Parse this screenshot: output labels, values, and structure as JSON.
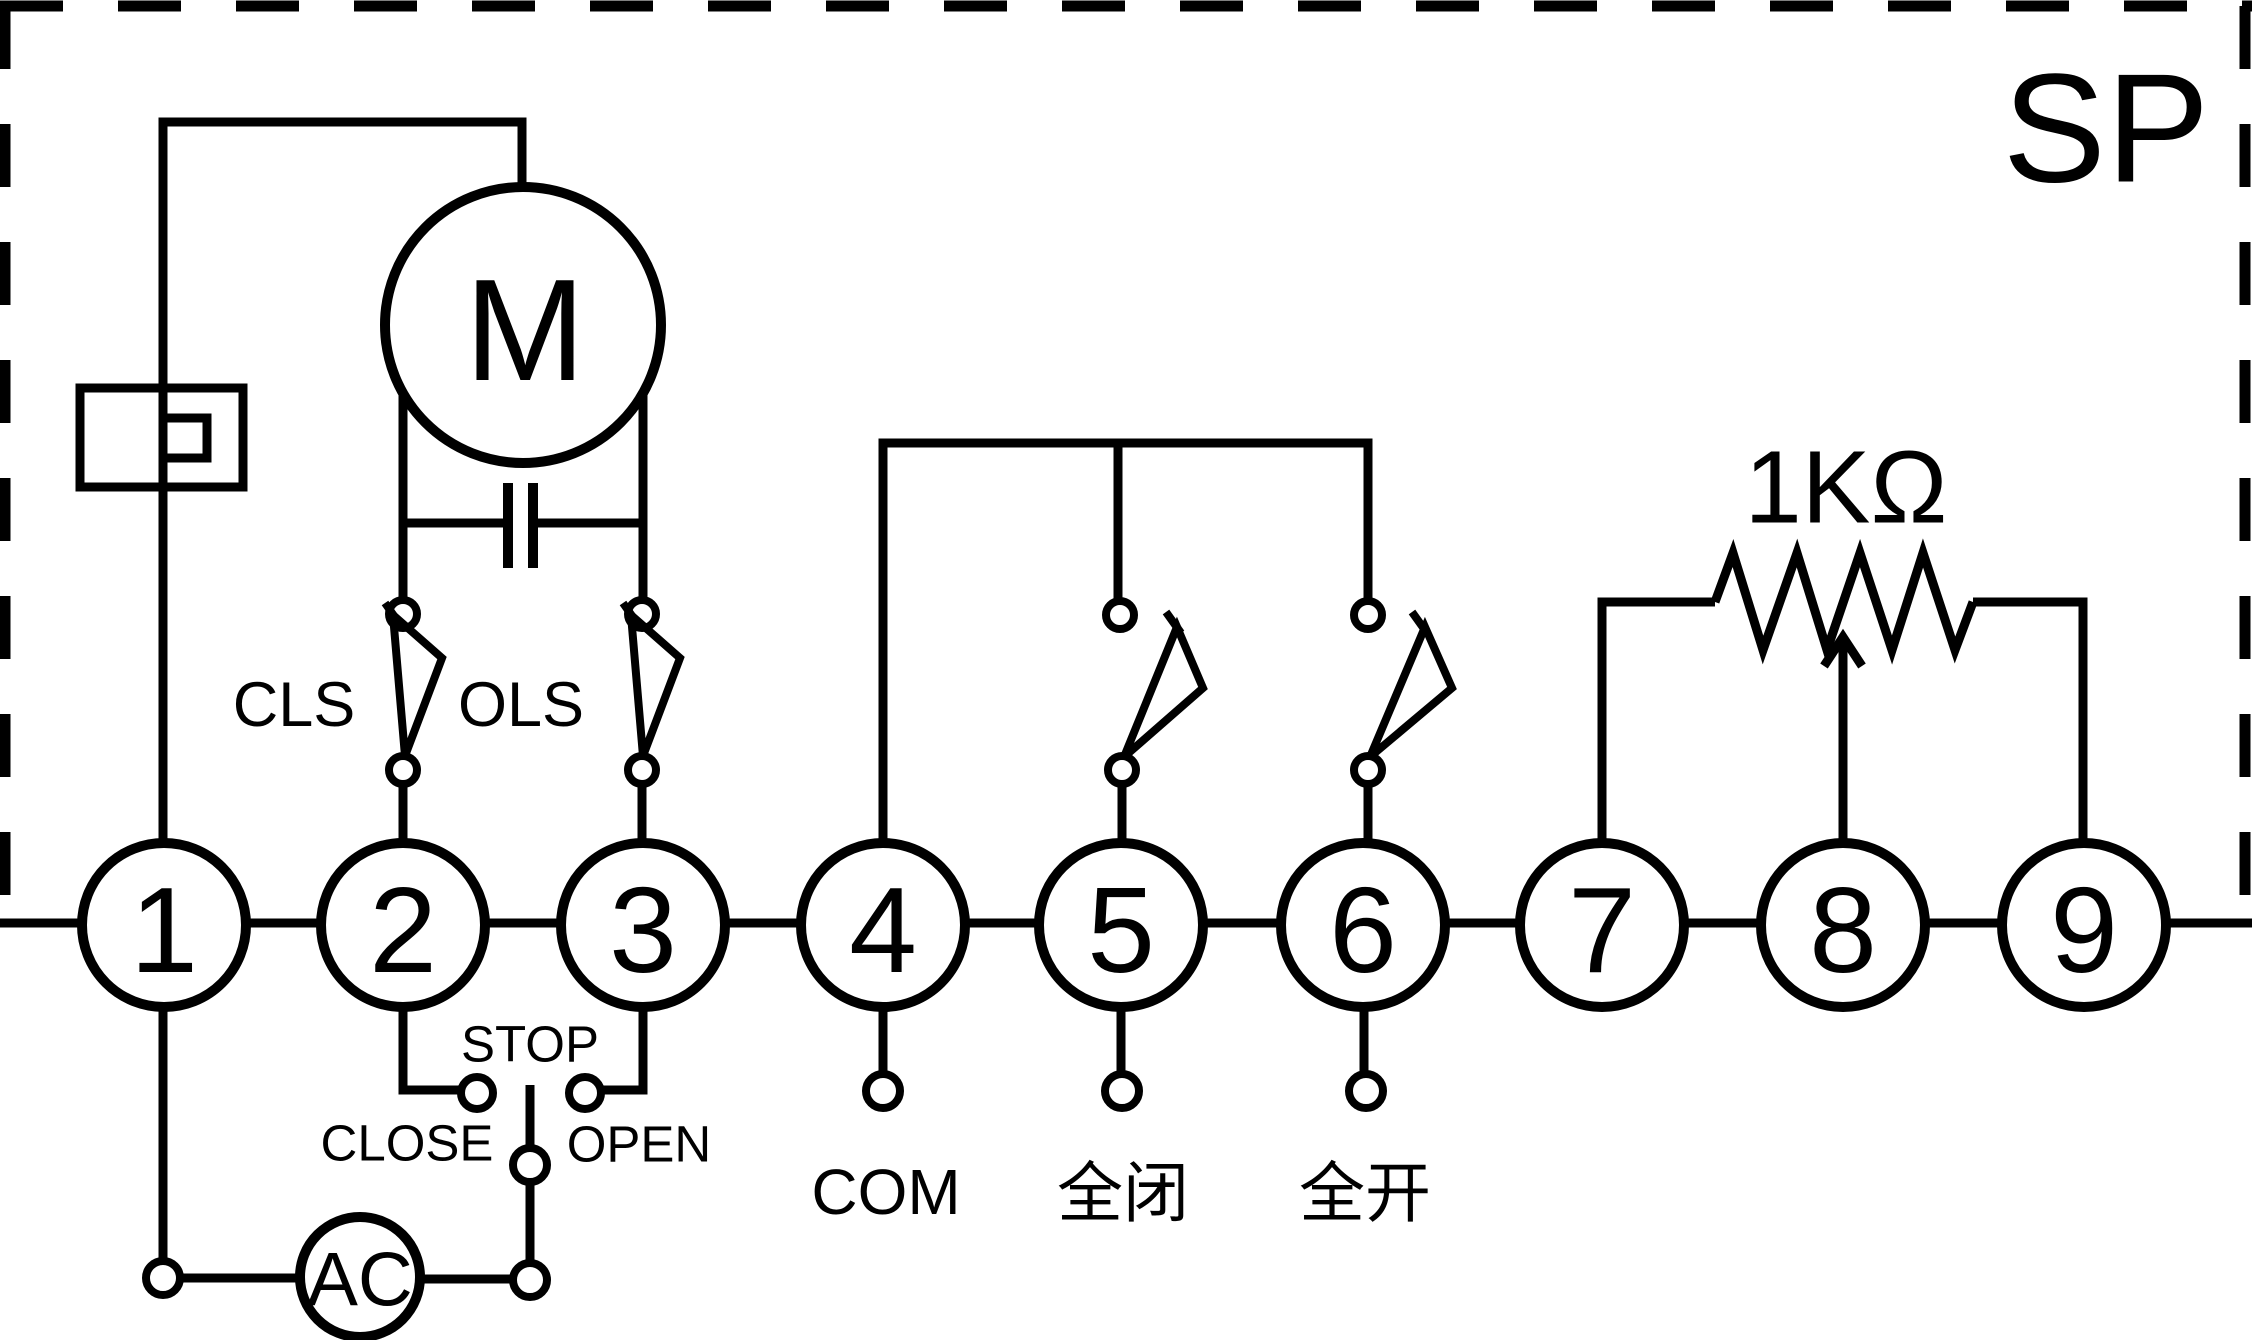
{
  "diagram": {
    "device_label": "SP",
    "motor_label": "M",
    "power_source_label": "AC",
    "potentiometer_label": "1KΩ",
    "terminals": [
      "1",
      "2",
      "3",
      "4",
      "5",
      "6",
      "7",
      "8",
      "9"
    ],
    "limit_switches": {
      "close_limit": "CLS",
      "open_limit": "OLS"
    },
    "buttons": {
      "stop": "STOP",
      "close": "CLOSE",
      "open": "OPEN"
    },
    "signal_labels": {
      "common": "COM",
      "fully_closed": "全闭",
      "fully_open": "全开"
    },
    "colors": {
      "line": "#000000",
      "background": "#ffffff"
    }
  }
}
